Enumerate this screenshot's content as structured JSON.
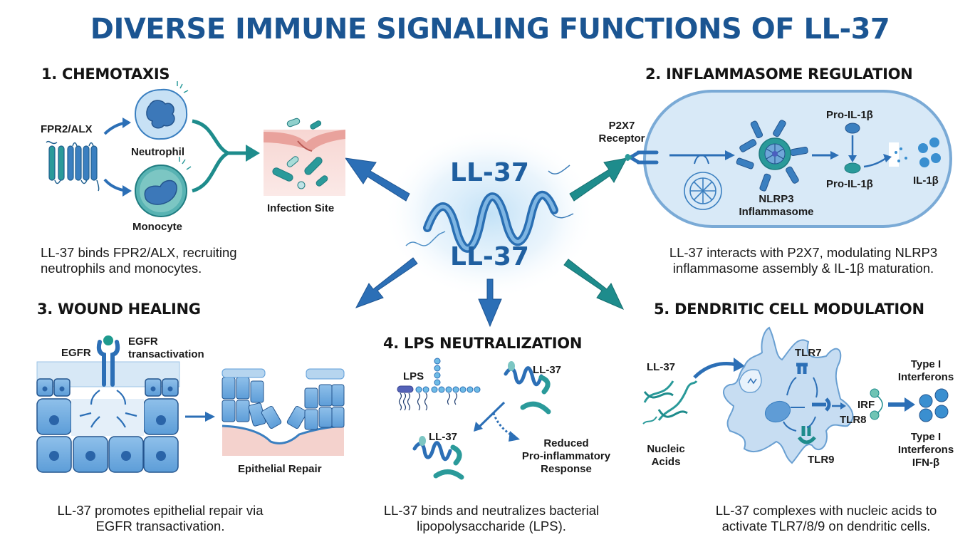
{
  "title": "DIVERSE IMMUNE SIGNALING FUNCTIONS OF LL-37",
  "colors": {
    "title": "#1b5592",
    "blue": "#2f73b8",
    "teal": "#1e8c8c",
    "cell_fill": "#cfe3f5",
    "skin": "#f3c9c4"
  },
  "center": {
    "label_top": "LL-37",
    "label_bottom": "LL-37",
    "icon": "alpha-helix-peptide-icon"
  },
  "sections": {
    "chemotaxis": {
      "title": "1. CHEMOTAXIS",
      "labels": {
        "receptor": "FPR2/ALX",
        "neutrophil": "Neutrophil",
        "monocyte": "Monocyte",
        "infection_site": "Infection Site"
      },
      "caption_line1": "LL-37 binds FPR2/ALX, recruiting",
      "caption_line2": "neutrophils and monocytes."
    },
    "inflammasome": {
      "title": "2. INFLAMMASOME REGULATION",
      "labels": {
        "receptor_line1": "P2X7",
        "receptor_line2": "Receptor",
        "nlrp3_line1": "NLRP3",
        "nlrp3_line2": "Inflammasome",
        "pro_il1b_top": "Pro-IL-1β",
        "pro_il1b_bottom": "Pro-IL-1β",
        "il1b": "IL-1β"
      },
      "caption_line1": "LL-37 interacts with P2X7, modulating NLRP3",
      "caption_line2": "inflammasome assembly & IL-1β maturation."
    },
    "wound_healing": {
      "title": "3. WOUND HEALING",
      "labels": {
        "egfr": "EGFR",
        "transactivation_line1": "EGFR",
        "transactivation_line2": "transactivation",
        "epithelial_repair": "Epithelial Repair"
      },
      "caption_line1": "LL-37 promotes epithelial repair via",
      "caption_line2": "EGFR transactivation."
    },
    "lps": {
      "title": "4. LPS NEUTRALIZATION",
      "labels": {
        "lps": "LPS",
        "ll37_top": "LL-37",
        "ll37_bottom": "LL-37",
        "reduced_line1": "Reduced",
        "reduced_line2": "Pro-inflammatory",
        "reduced_line3": "Response"
      },
      "caption_line1": "LL-37 binds and neutralizes bacterial",
      "caption_line2": "lipopolysaccharide (LPS)."
    },
    "dendritic": {
      "title": "5. DENDRITIC CELL MODULATION",
      "labels": {
        "ll37": "LL-37",
        "nucleic_line1": "Nucleic",
        "nucleic_line2": "Acids",
        "tlr7": "TLR7",
        "tlr8": "TLR8",
        "tlr9": "TLR9",
        "irf": "IRF",
        "ifn_top_line1": "Type I",
        "ifn_top_line2": "Interferons",
        "ifn_bottom_line1": "Type I",
        "ifn_bottom_line2": "Interferons",
        "ifn_bottom_line3": "IFN-β"
      },
      "caption_line1": "LL-37 complexes with nucleic acids to",
      "caption_line2": "activate TLR7/8/9 on dendritic cells."
    }
  }
}
